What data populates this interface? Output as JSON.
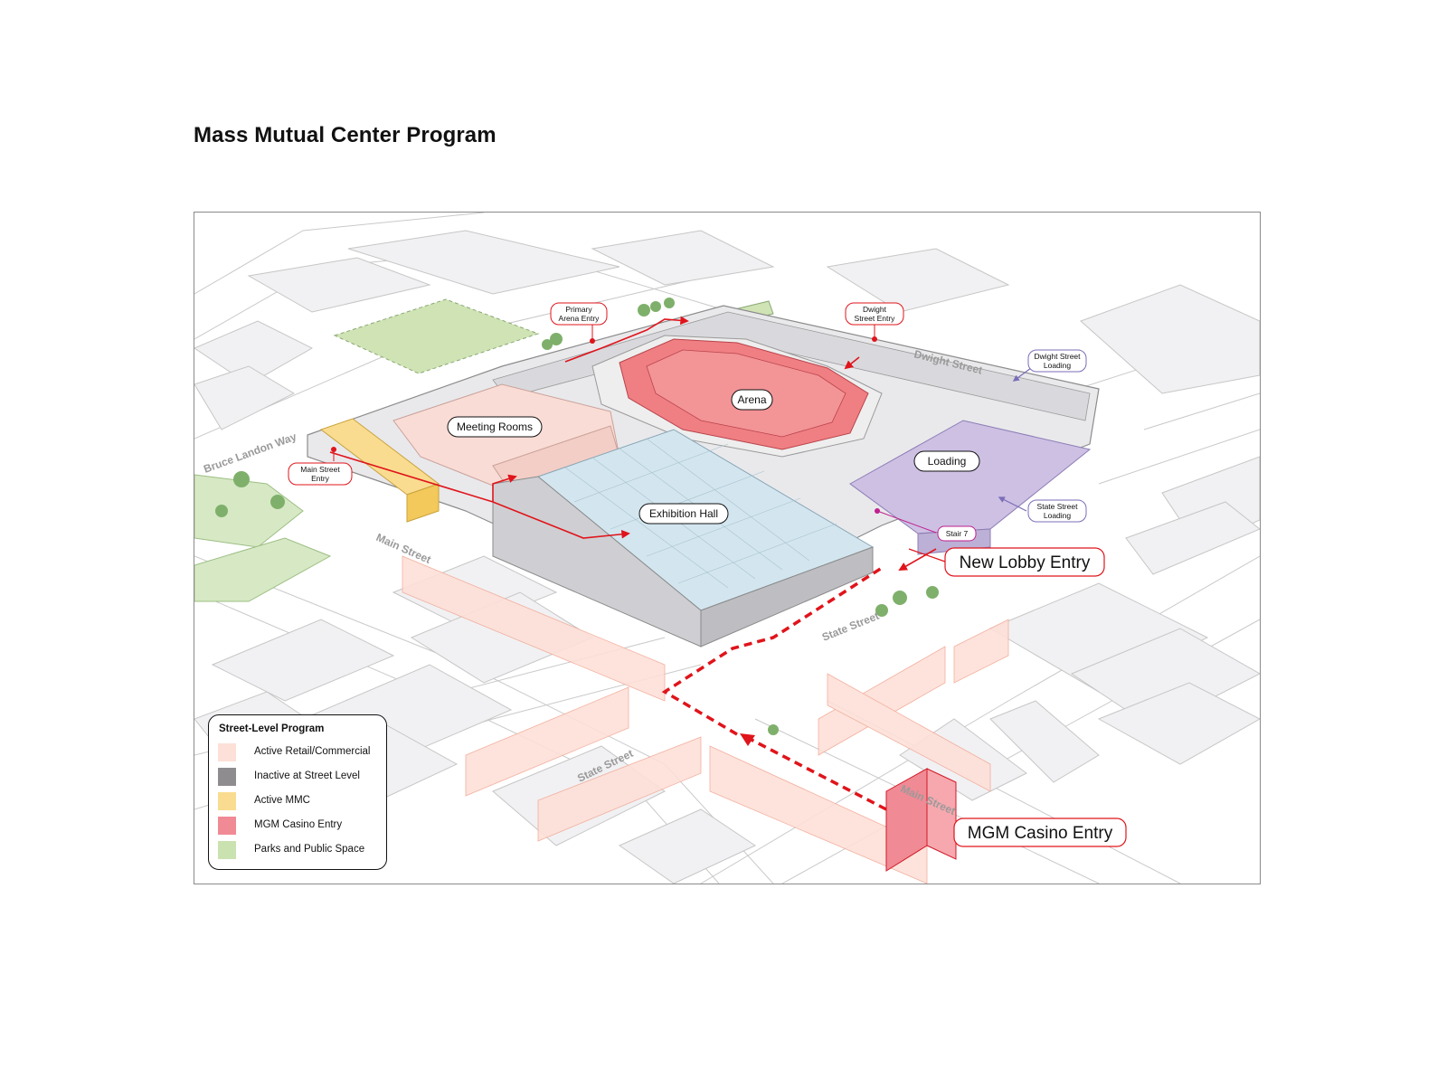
{
  "title": "Mass Mutual Center Program",
  "program_labels": {
    "arena": "Arena",
    "meeting_rooms": "Meeting Rooms",
    "exhibition_hall": "Exhibition Hall",
    "loading": "Loading"
  },
  "entry_labels": {
    "primary_arena_entry": [
      "Primary",
      "Arena Entry"
    ],
    "dwight_street_entry": [
      "Dwight",
      "Street Entry"
    ],
    "dwight_street_loading": [
      "Dwight Street",
      "Loading"
    ],
    "state_street_loading": [
      "State Street",
      "Loading"
    ],
    "main_street_entry": [
      "Main Street",
      "Entry"
    ],
    "stair_7": "Stair 7",
    "new_lobby_entry": "New Lobby Entry",
    "mgm_casino_entry": "MGM Casino Entry"
  },
  "street_labels": {
    "dwight_street": "Dwight Street",
    "bruce_landon_way": "Bruce Landon Way",
    "main_street_upper": "Main Street",
    "state_street_right": "State Street",
    "state_street_lower": "State Street",
    "main_street_lower": "Main Street"
  },
  "legend": {
    "title": "Street-Level Program",
    "items": [
      {
        "label": "Active Retail/Commercial",
        "color": "#fde0d8"
      },
      {
        "label": "Inactive at Street Level",
        "color": "#8f8c8f"
      },
      {
        "label": "Active MMC",
        "color": "#f9dc8f"
      },
      {
        "label": "MGM Casino Entry",
        "color": "#f08a94"
      },
      {
        "label": "Parks and Public Space",
        "color": "#c9e2b0"
      }
    ]
  },
  "colors": {
    "arena": "#f07f83",
    "exhibition_hall": "#d3e6ef",
    "meeting_rooms": "#f9dcd5",
    "loading": "#cdc0e3",
    "park": "#cfe3b5",
    "route": "#e0141b",
    "loading_arrow": "#7b6db7",
    "stair": "#c0208f"
  }
}
